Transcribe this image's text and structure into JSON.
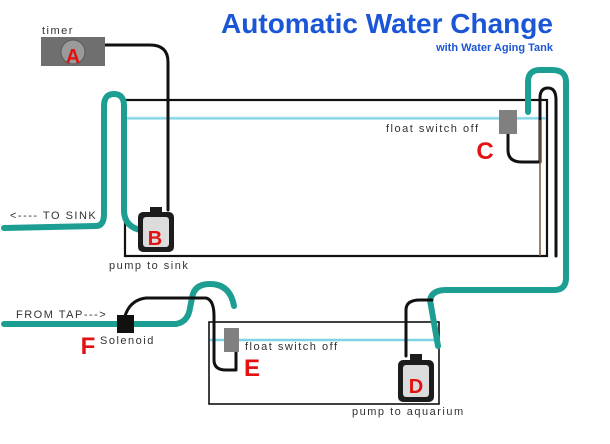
{
  "title": "Automatic Water Change",
  "subtitle": "with Water Aging Tank",
  "colors": {
    "title": "#1a56d6",
    "tube_teal": "#1d9e92",
    "wire": "#111111",
    "water_line": "#7fd3e6",
    "marker_red": "#e21212",
    "timer_box": "#6f6f6f",
    "switch_gray": "#808080",
    "label_gray": "#333333"
  },
  "labels": {
    "timer": "timer",
    "to_sink": "<----  TO  SINK",
    "pump_to_sink": "pump  to  sink",
    "float_switch_c": "float  switch  off",
    "from_tap": "FROM  TAP--->",
    "solenoid": "Solenoid",
    "float_switch_e": "float  switch  off",
    "pump_to_aquarium": "pump  to  aquarium"
  },
  "markers": {
    "a": "A",
    "b": "B",
    "c": "C",
    "d": "D",
    "e": "E",
    "f": "F"
  },
  "icons": {
    "timer": "timer-box-icon",
    "pump": "pump-icon",
    "float_switch": "float-switch-icon",
    "solenoid": "solenoid-valve-icon"
  }
}
